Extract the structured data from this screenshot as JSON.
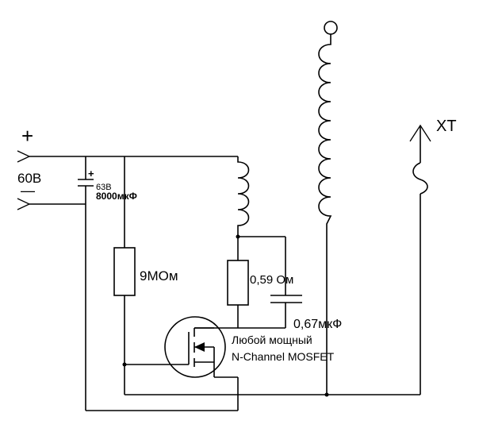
{
  "labels": {
    "plus": "+",
    "minus": "—",
    "voltage": "60В",
    "cap_plus": "+",
    "cap_voltage": "63В",
    "cap_value": "8000мкФ",
    "resistor_9m": "9МОм",
    "resistor_059": "0,59 Ом",
    "cap_067": "0,67мкФ",
    "mosfet_line1": "Любой мощный",
    "mosfet_line2": "N-Channel MOSFET",
    "xt": "XT"
  }
}
